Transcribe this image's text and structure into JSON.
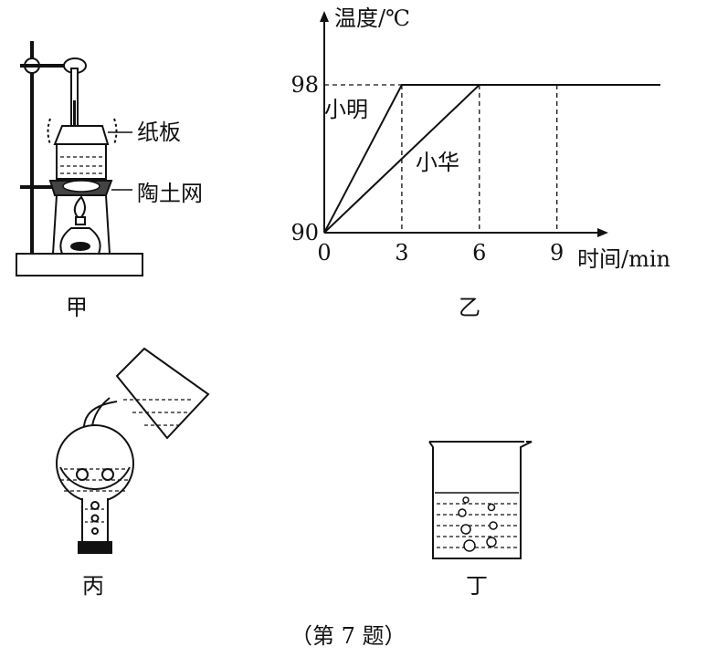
{
  "figure": {
    "apparatus_labels": {
      "cardboard": "纸板",
      "gauze": "陶土网"
    },
    "panel_labels": {
      "jia": "甲",
      "yi": "乙",
      "bing": "丙",
      "ding": "丁"
    },
    "caption": "（第 7 题）"
  },
  "chart_data": {
    "type": "line",
    "ylabel": "温度/℃",
    "xlabel": "时间/min",
    "x_ticks": [
      "0",
      "3",
      "6",
      "9"
    ],
    "y_ticks": [
      "90",
      "98"
    ],
    "xlim": [
      0,
      13
    ],
    "ylim": [
      90,
      99.5
    ],
    "guides": {
      "x": [
        3,
        6,
        9
      ],
      "y": [
        98
      ]
    },
    "series": [
      {
        "name": "小明",
        "points": [
          [
            0,
            90
          ],
          [
            3,
            98
          ],
          [
            13,
            98
          ]
        ]
      },
      {
        "name": "小华",
        "points": [
          [
            0,
            90
          ],
          [
            6,
            98
          ],
          [
            13,
            98
          ]
        ]
      }
    ]
  }
}
